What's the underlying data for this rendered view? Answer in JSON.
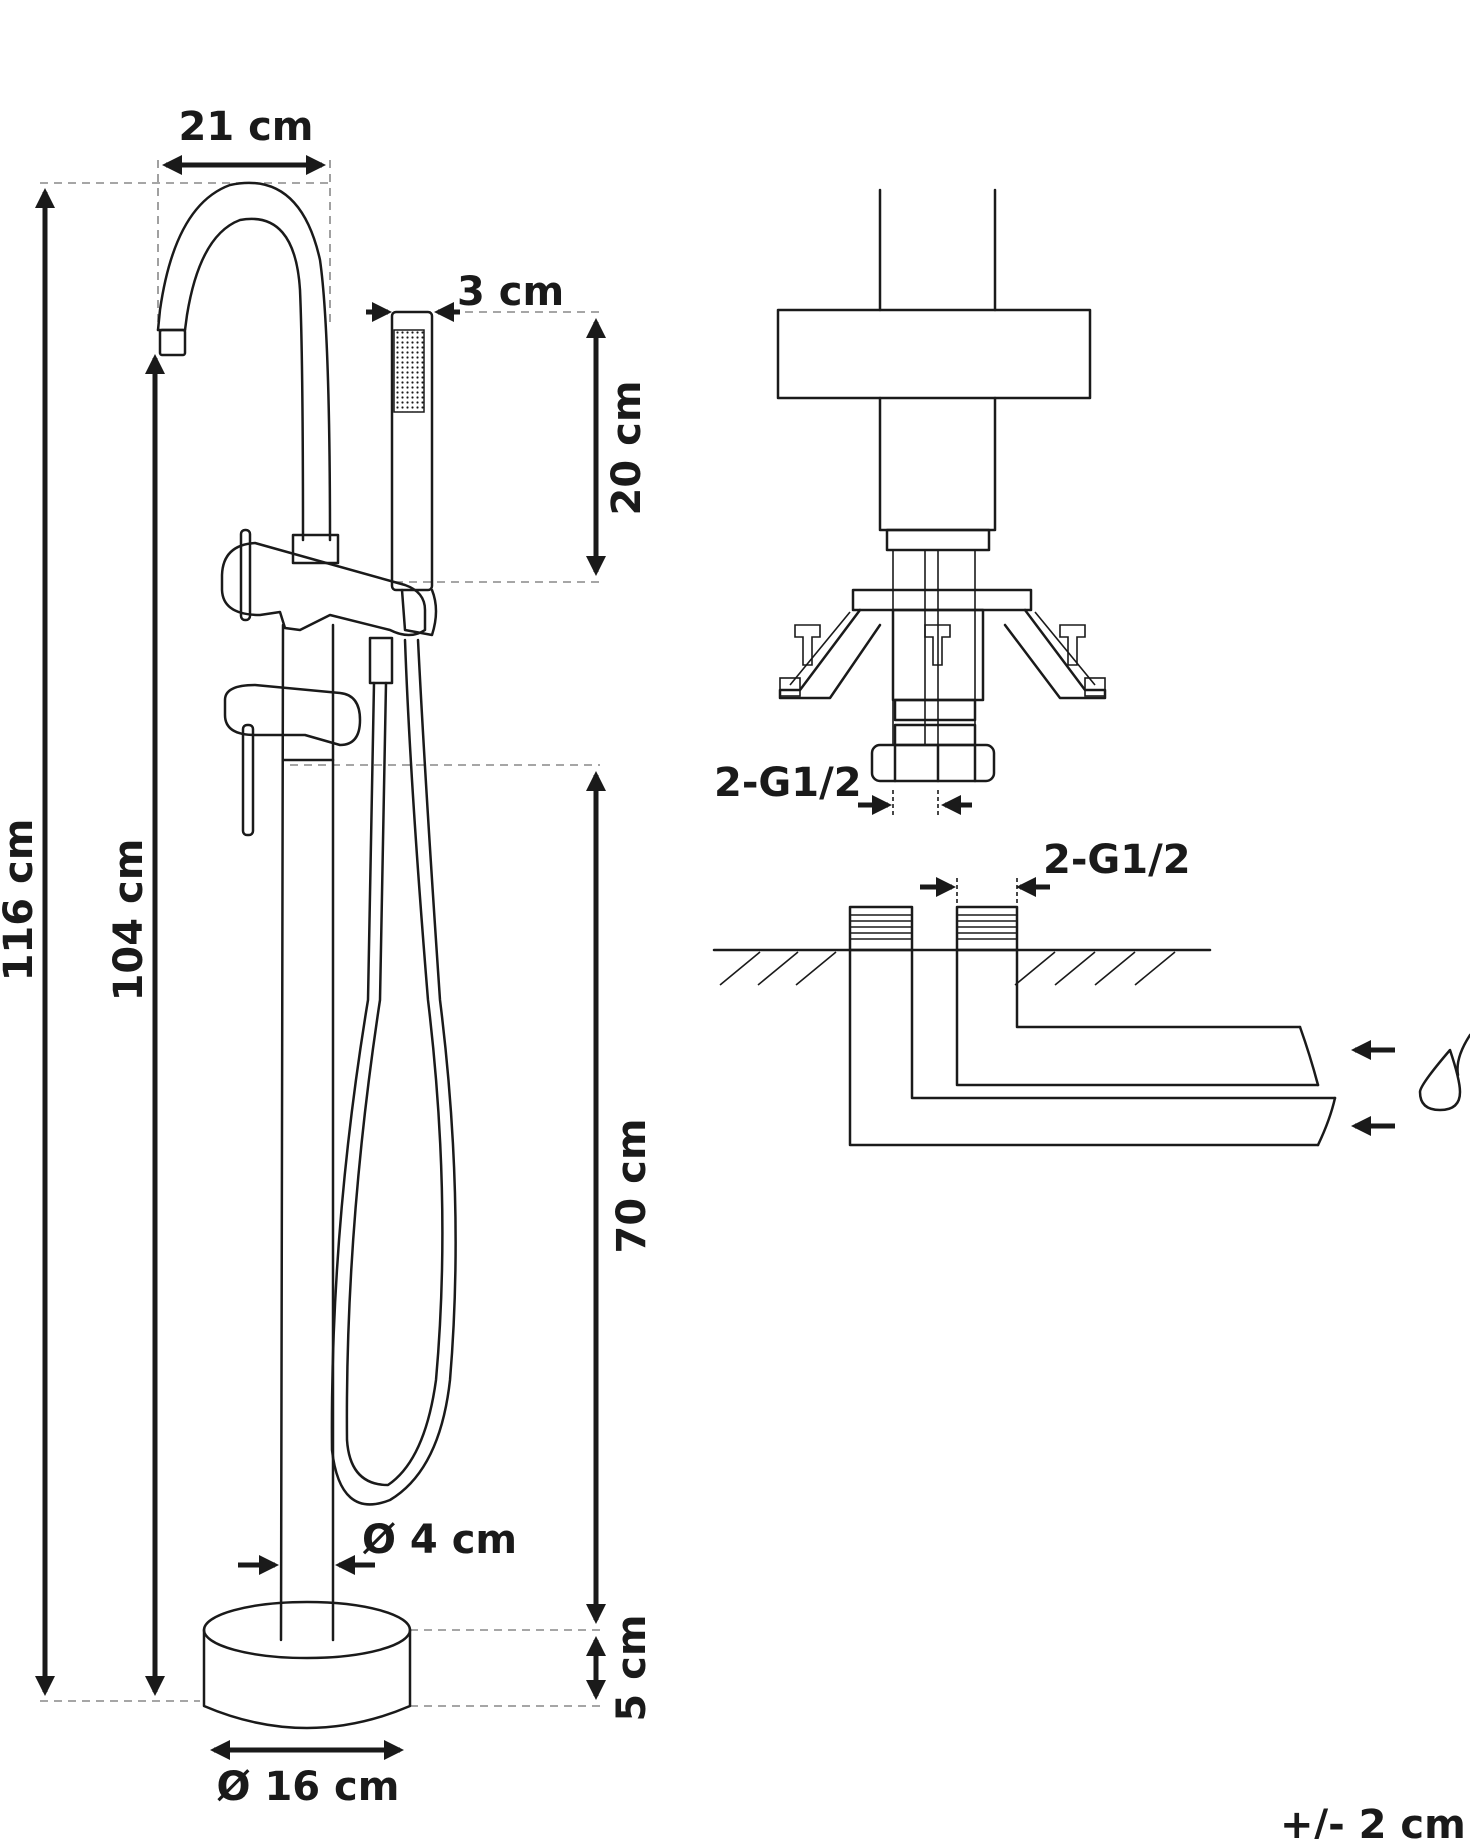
{
  "dimensions": {
    "top_width": "21 cm",
    "shower_head_width": "3 cm",
    "shower_head_length": "20 cm",
    "total_height": "116 cm",
    "spout_height": "104 cm",
    "handset_holder_height": "70 cm",
    "pipe_diameter": "Ø 4 cm",
    "base_height": "5 cm",
    "base_diameter": "Ø 16 cm"
  },
  "connections": {
    "fitting_label_top": "2-G1/2",
    "fitting_label_floor": "2-G1/2"
  },
  "footer": {
    "tolerance": "+/- 2 cm"
  },
  "colors": {
    "line": "#1a1a1a",
    "dashed_guides": "#888888"
  },
  "icons": [
    "water-drop-icon",
    "arrow-icon"
  ]
}
